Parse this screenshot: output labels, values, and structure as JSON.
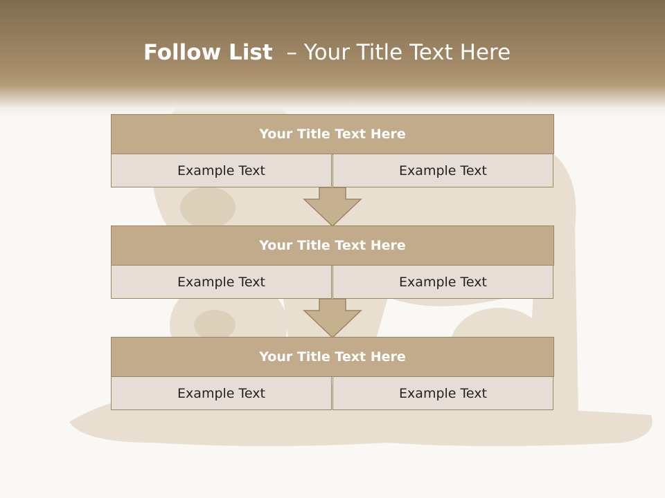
{
  "slide": {
    "title_bold": "Follow List",
    "title_rest": "– Your Title Text Here"
  },
  "steps": [
    {
      "title": "Your Title Text Here",
      "left": "Example Text",
      "right": "Example Text"
    },
    {
      "title": "Your Title Text Here",
      "left": "Example Text",
      "right": "Example Text"
    },
    {
      "title": "Your Title Text Here",
      "left": "Example Text",
      "right": "Example Text"
    }
  ],
  "colors": {
    "header_top": "#7f6c4f",
    "header_mid": "#a38a68",
    "box_title_fill": "#c1ab8a",
    "box_cell_fill": "#e6ddd6",
    "box_border": "#9a8466",
    "arrow_fill": "#c5b08f"
  },
  "background": {
    "image_subject": "lion-and-cubs"
  }
}
